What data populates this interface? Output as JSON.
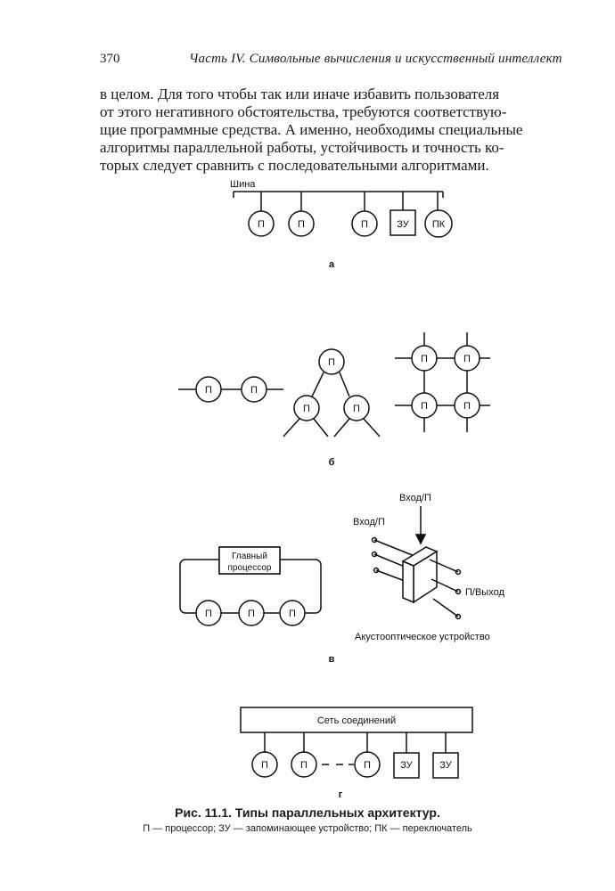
{
  "header": {
    "page_number": "370",
    "running_title": "Часть IV. Символьные вычисления и искусственный интеллект"
  },
  "paragraph_lines": [
    "в целом. Для того чтобы так или иначе избавить пользователя",
    "от этого негативного обстоятельства, требуются соответствую-",
    "щие программные средства. А именно, необходимы специальные",
    "алгоритмы параллельной работы, устойчивость и точность ко-",
    "торых следует сравнить с последовательными алгоритмами."
  ],
  "figure": {
    "a": {
      "bus_label": "Шина",
      "nodes": [
        "П",
        "П",
        "П",
        "ЗУ",
        "ПК"
      ],
      "panel_label": "а"
    },
    "b": {
      "chain_nodes": [
        "П",
        "П"
      ],
      "tree_nodes": [
        "П",
        "П",
        "П"
      ],
      "grid_nodes": [
        "П",
        "П",
        "П",
        "П"
      ],
      "panel_label": "б"
    },
    "c": {
      "main_processor": [
        "Главный",
        "процессор"
      ],
      "ring_nodes": [
        "П",
        "П",
        "П"
      ],
      "input_top": "Вход/П",
      "input_left": "Вход/П",
      "output": "П/Выход",
      "device_label": "Акустооптическое устройство",
      "panel_label": "в"
    },
    "d": {
      "network_label": "Сеть соединений",
      "nodes": [
        "П",
        "П",
        "П",
        "ЗУ",
        "ЗУ"
      ],
      "panel_label": "г"
    },
    "caption": "Рис. 11.1. Типы параллельных архитектур.",
    "legend": "П — процессор;  ЗУ — запоминающее  устройство;  ПК — переключатель"
  }
}
